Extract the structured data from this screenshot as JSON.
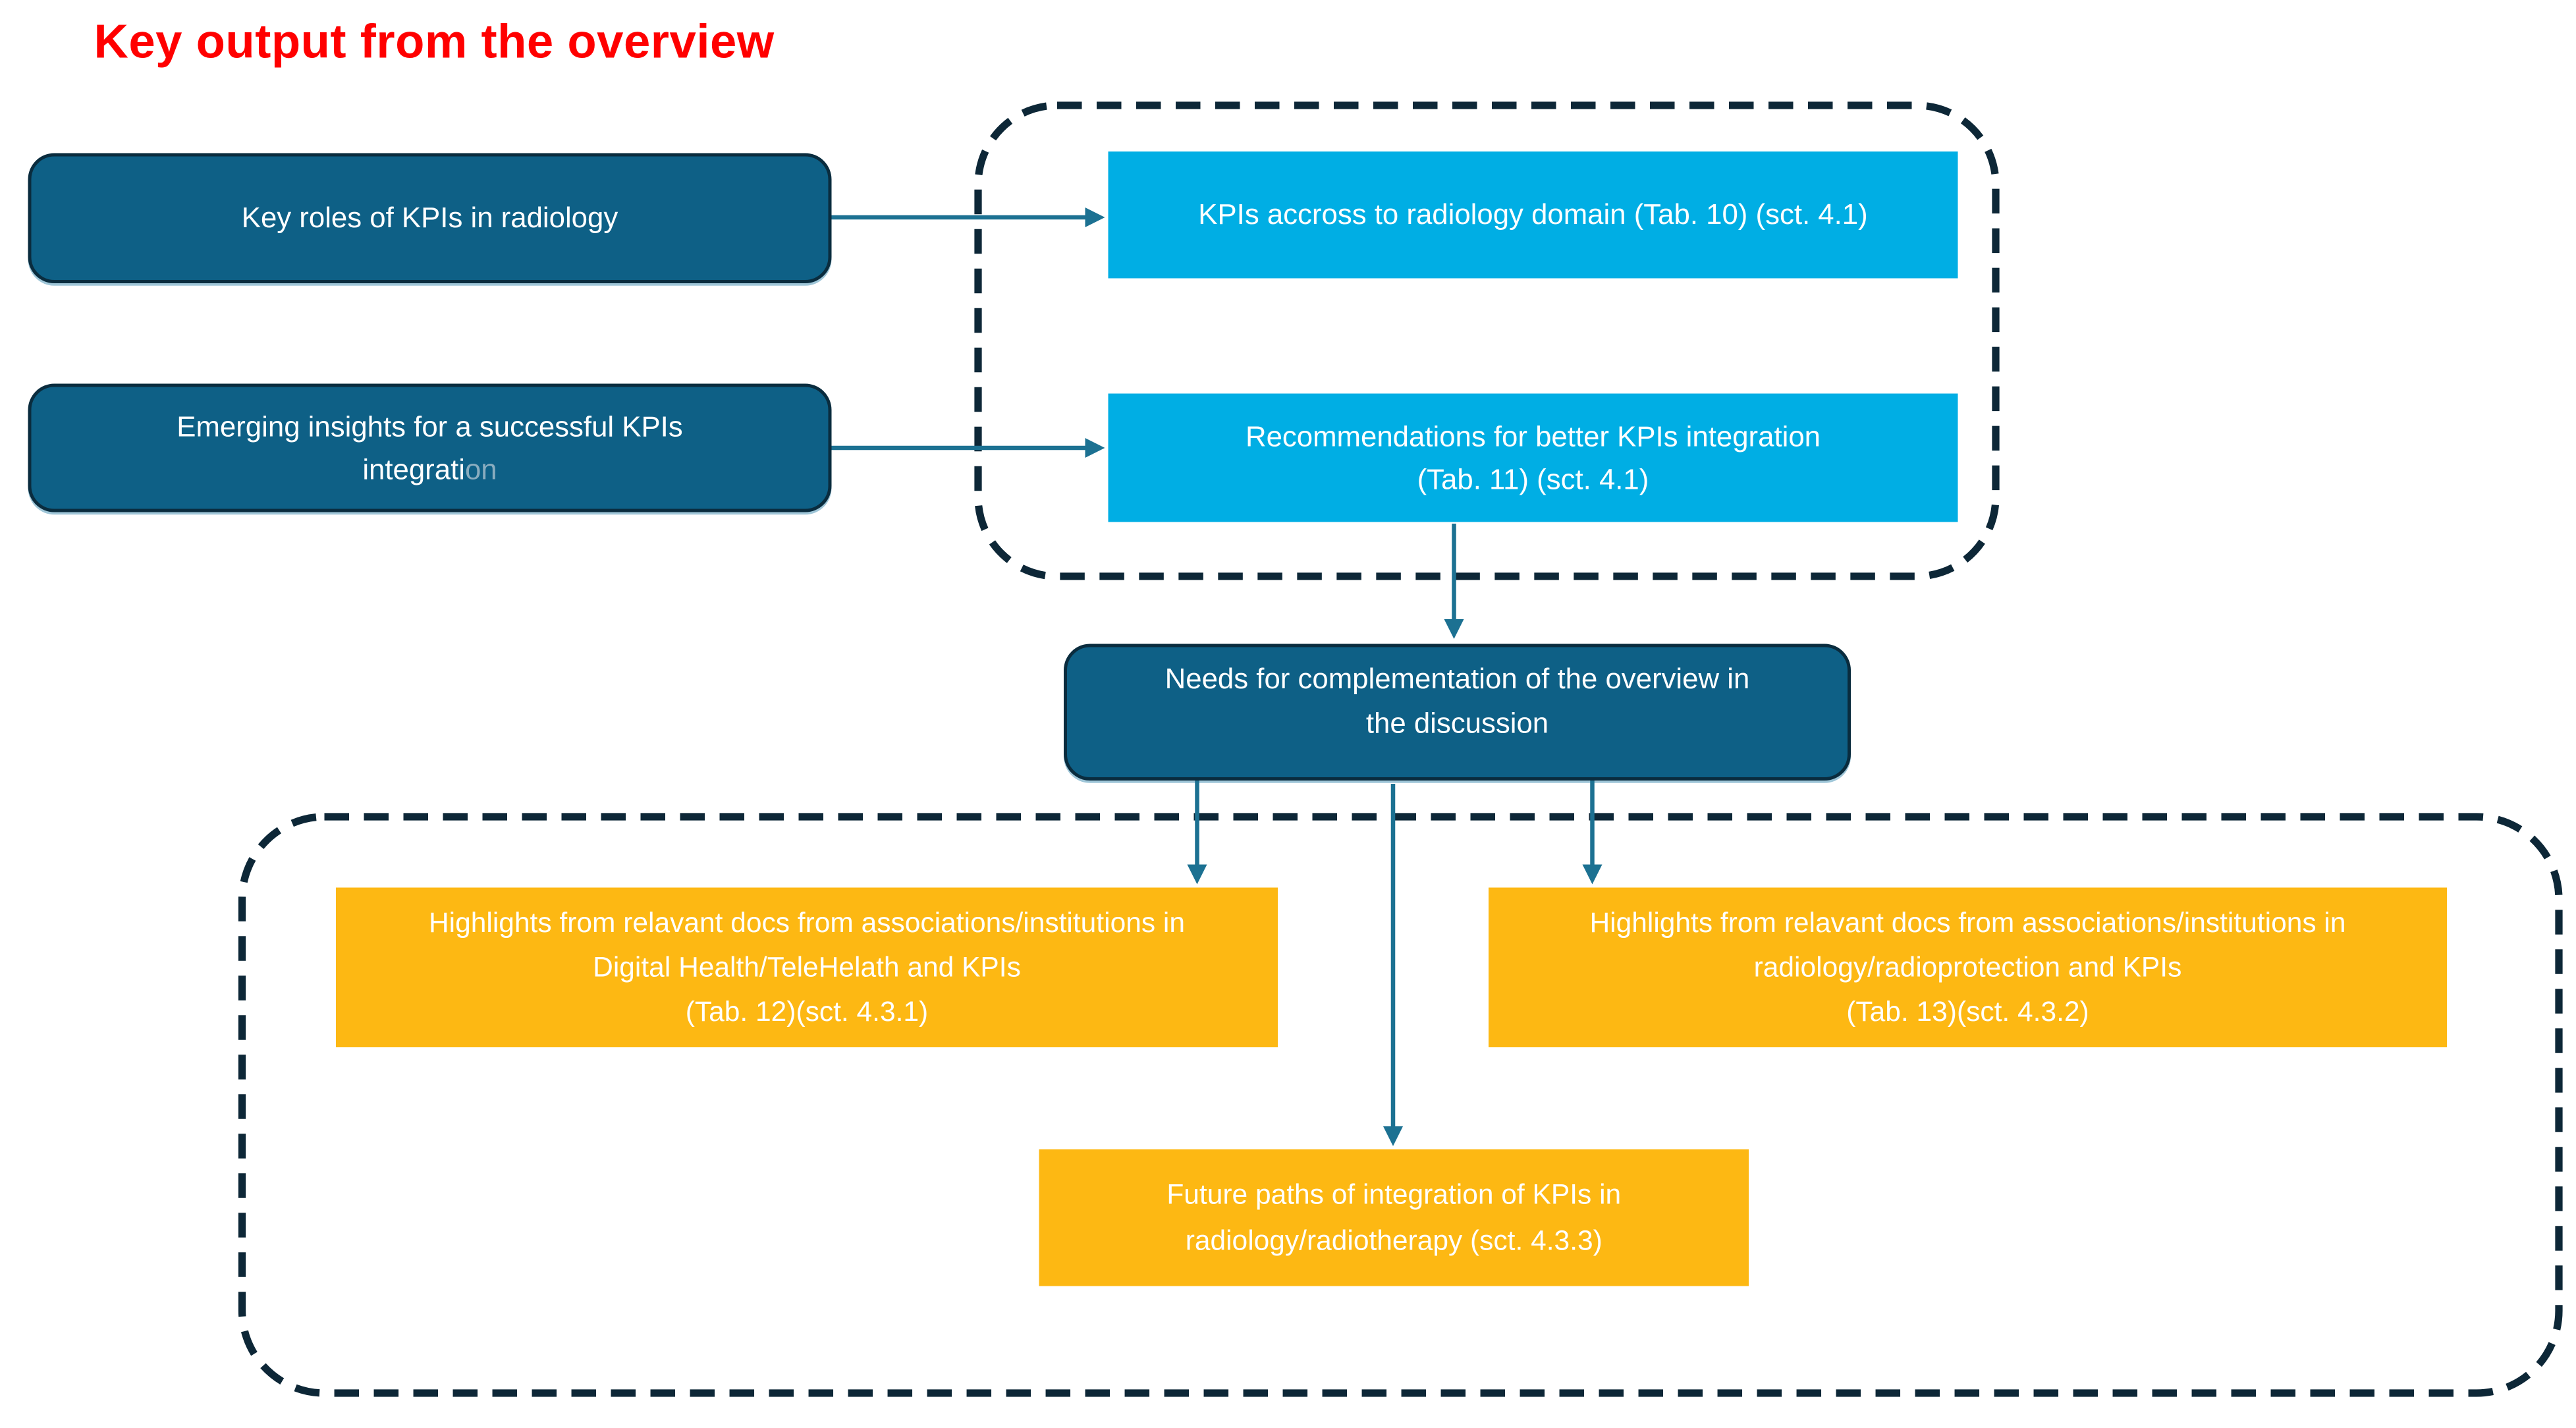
{
  "title": {
    "text": "Key output from the overview",
    "color": "#ff0000"
  },
  "colors": {
    "dark_teal_node": "#0e6086",
    "dark_teal_border": "#0a2c3e",
    "cyan_node": "#00aee4",
    "gold_node": "#fdb813",
    "arrow": "#1c7192",
    "dashed_border": "#0d2737",
    "node_text": "#ffffff",
    "faded_text": "#8aadbf"
  },
  "nodes": {
    "key_roles": {
      "lines": [
        "Key roles of KPIs in radiology"
      ]
    },
    "emerging_insights": {
      "line1": "Emerging insights for a successful KPIs",
      "line2_main": "integrati",
      "line2_faded": "on"
    },
    "kpis_across": {
      "lines": [
        "KPIs accross to radiology domain (Tab. 10) (sct. 4.1)"
      ]
    },
    "recommendations": {
      "lines": [
        "Recommendations for better KPIs integration",
        "(Tab. 11) (sct. 4.1)"
      ]
    },
    "needs_complementation": {
      "lines": [
        "Needs for complementation of the overview in",
        "the discussion"
      ]
    },
    "highlights_digital_health": {
      "lines": [
        "Highlights from relavant docs from associations/institutions in",
        "Digital Health/TeleHelath and KPIs",
        "(Tab. 12)(sct. 4.3.1)"
      ]
    },
    "highlights_radiology": {
      "lines": [
        "Highlights from relavant docs from associations/institutions in",
        "radiology/radioprotection and KPIs",
        "(Tab. 13)(sct. 4.3.2)"
      ]
    },
    "future_paths": {
      "lines": [
        "Future paths of integration of KPIs in",
        "radiology/radiotherapy (sct. 4.3.3)"
      ]
    }
  }
}
